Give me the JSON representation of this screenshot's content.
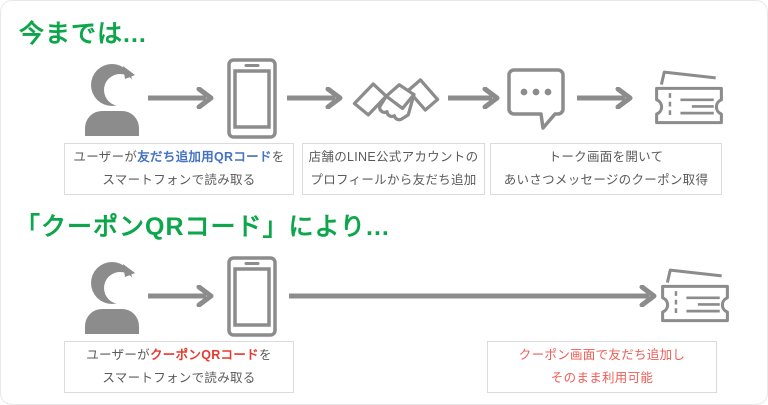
{
  "colors": {
    "heading_green": "#0da64b",
    "emphasis_blue": "#4472c4",
    "emphasis_red": "#e6392d",
    "note_red": "#ef5c55",
    "icon_gray": "#8c8c8c",
    "box_border": "#dbdbdb",
    "box_text": "#5a5a5a"
  },
  "before": {
    "heading": "今までは...",
    "icons": [
      "user-icon",
      "smartphone-icon",
      "handshake-icon",
      "chat-bubble-icon",
      "coupon-ticket-icon"
    ],
    "box1": {
      "l1_pre": "ユーザーが",
      "l1_em": "友だち追加用QRコード",
      "l1_post": "を",
      "l2": "スマートフォンで読み取る"
    },
    "box2": {
      "l1": "店舗のLINE公式アカウントの",
      "l2": "プロフィールから友だち追加"
    },
    "box3": {
      "l1": "トーク画面を開いて",
      "l2": "あいさつメッセージのクーポン取得"
    }
  },
  "after": {
    "heading": "「クーポンQRコード」により...",
    "icons": [
      "user-icon",
      "smartphone-icon",
      "coupon-ticket-icon"
    ],
    "box1": {
      "l1_pre": "ユーザーが",
      "l1_em": "クーポンQRコード",
      "l1_post": "を",
      "l2": "スマートフォンで読み取る"
    },
    "box2": {
      "l1": "クーポン画面で友だち追加し",
      "l2": "そのまま利用可能"
    }
  }
}
